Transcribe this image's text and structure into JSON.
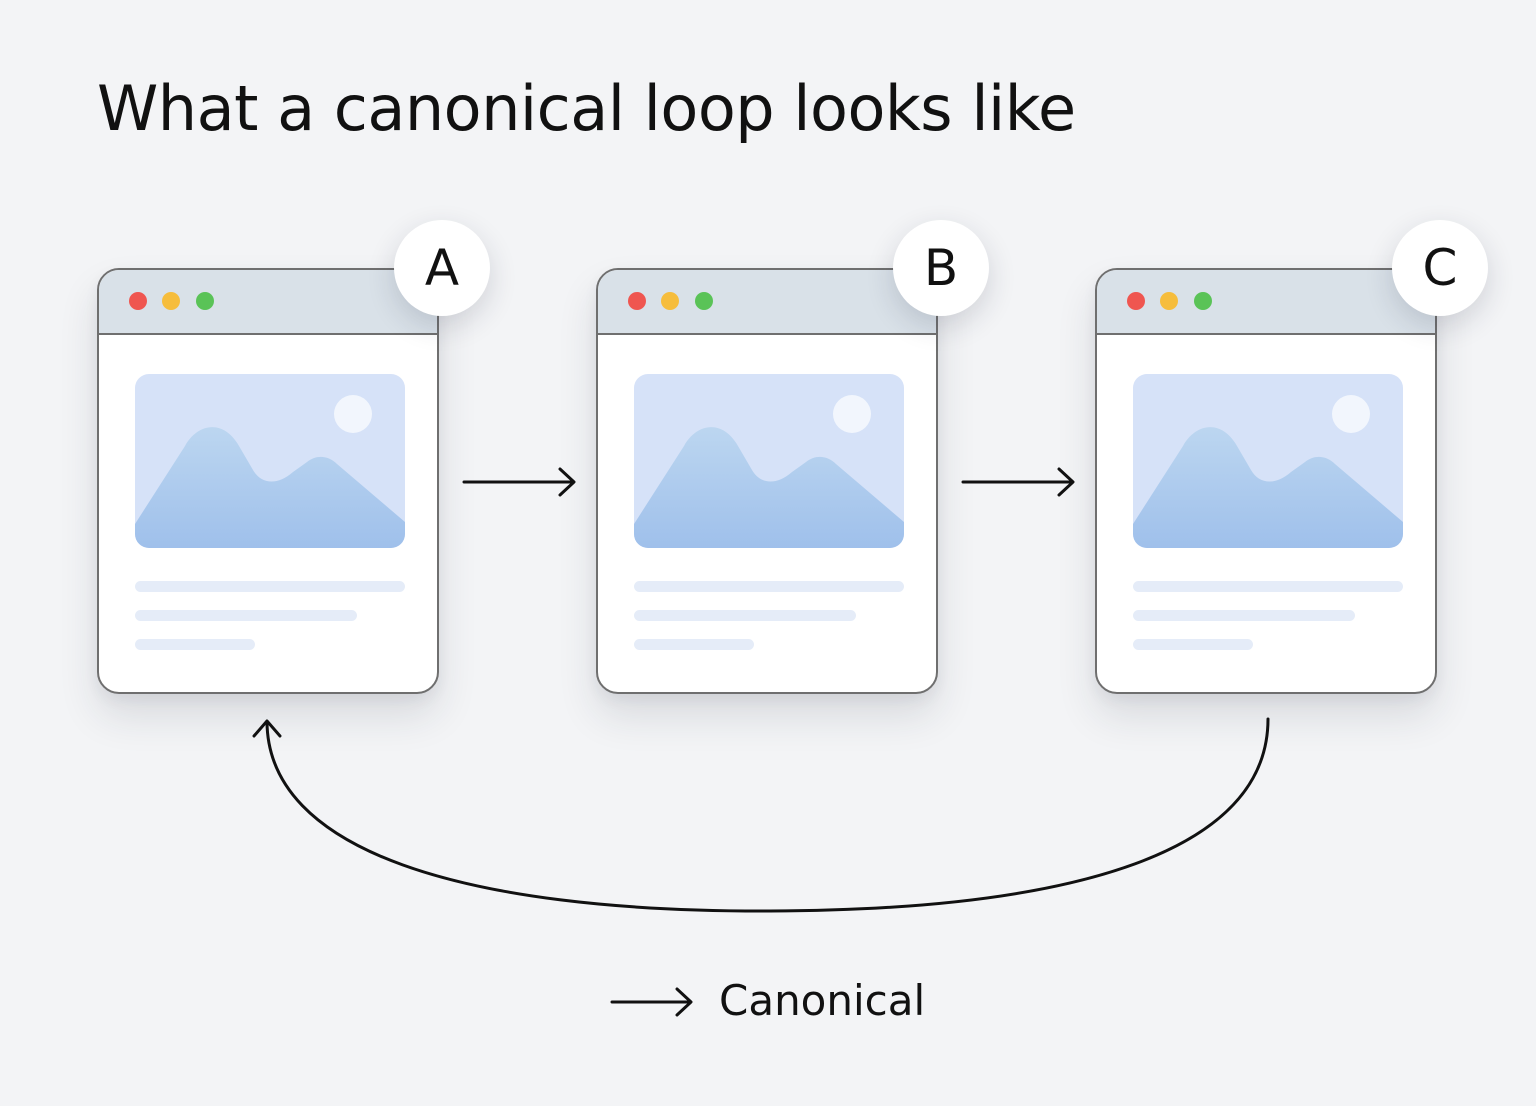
{
  "title": "What a canonical loop looks like",
  "pages": [
    {
      "label": "A"
    },
    {
      "label": "B"
    },
    {
      "label": "C"
    }
  ],
  "legend": {
    "label": "Canonical"
  },
  "colors": {
    "background": "#f3f4f6",
    "titlebar": "#d9e1e8",
    "dot_red": "#ef5650",
    "dot_yellow": "#f6bd3c",
    "dot_green": "#5ac357",
    "image_bg": "#d6e2f8",
    "mountain": "#a6c6ec",
    "text_line": "#e5ecf8",
    "arrow": "#111111"
  },
  "icons": [
    "image-placeholder-icon",
    "arrow-right-icon",
    "loop-back-arrow-icon"
  ]
}
